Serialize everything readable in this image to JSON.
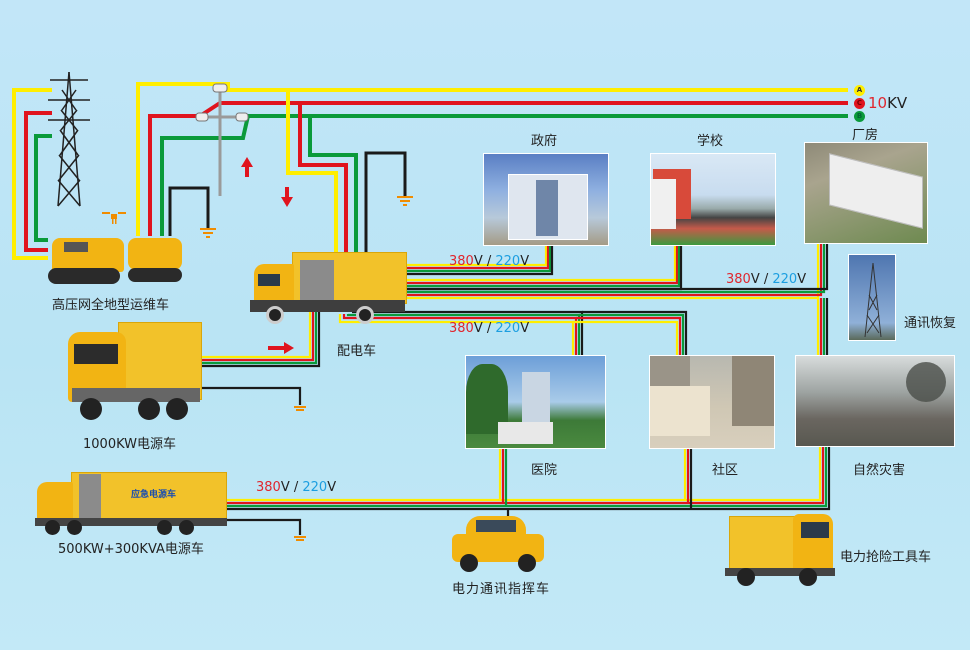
{
  "legend": {
    "voltage_number": "10",
    "voltage_unit": "KV",
    "phases": [
      {
        "letter": "A",
        "color": "#ffee00"
      },
      {
        "letter": "C",
        "color": "#e0141e"
      },
      {
        "letter": "B",
        "color": "#0a9a3a"
      }
    ]
  },
  "wire_colors": {
    "A": "#ffee00",
    "C": "#e0141e",
    "B": "#0a9a3a",
    "N": "#1a1a1a",
    "ground": "#f08c00"
  },
  "voltage_label": {
    "high": "380",
    "unit1": "V",
    "sep": " / ",
    "low": "220",
    "unit2": "V"
  },
  "vehicles": {
    "all_terrain": "高压网全地型运维车",
    "distribution": "配电车",
    "power_1000": "1000KW电源车",
    "power_500": "500KW+300KVA电源车",
    "power_500_body": "应急电源车",
    "command": "电力通讯指挥车",
    "rescue_tool": "电力抢险工具车"
  },
  "sites": {
    "government": "政府",
    "school": "学校",
    "factory": "厂房",
    "telecom": "通讯恢复",
    "hospital": "医院",
    "community": "社区",
    "disaster": "自然灾害"
  }
}
